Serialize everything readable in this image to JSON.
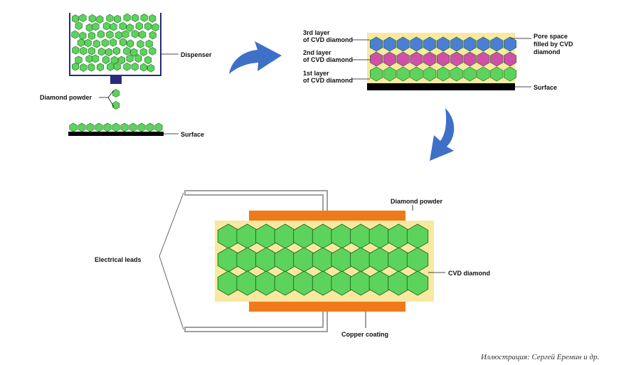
{
  "colors": {
    "diamond_green": "#5cd35c",
    "cvd_layer_2_magenta": "#d04fa8",
    "cvd_layer_3_blue": "#4a7fd4",
    "cvd_fill_yellow": "#f8e8a0",
    "copper_orange": "#f07a1a",
    "arrow_blue": "#3f70c8",
    "dispenser_navy": "#2a2a7a",
    "surface_black": "#000000",
    "lead_gray": "#a0a0a0"
  },
  "panel_dispenser": {
    "dispenser_label": "Dispenser",
    "powder_label": "Diamond powder",
    "surface_label": "Surface"
  },
  "panel_layers": {
    "layer3_line1": "3rd layer",
    "layer3_line2": "of CVD diamond",
    "layer2_line1": "2nd layer",
    "layer2_line2": "of CVD diamond",
    "layer1_line1": "1st layer",
    "layer1_line2": "of CVD diamond",
    "pore_line1": "Pore  space",
    "pore_line2": "filled by CVD",
    "pore_line3": "diamond",
    "surface_label": "Surface"
  },
  "panel_device": {
    "powder_label": "Diamond powder",
    "cvd_label": "CVD diamond",
    "leads_label": "Electrical leads",
    "coating_label": "Copper coating"
  },
  "credit": "Иллюстрация: Сергей Еремин и др."
}
